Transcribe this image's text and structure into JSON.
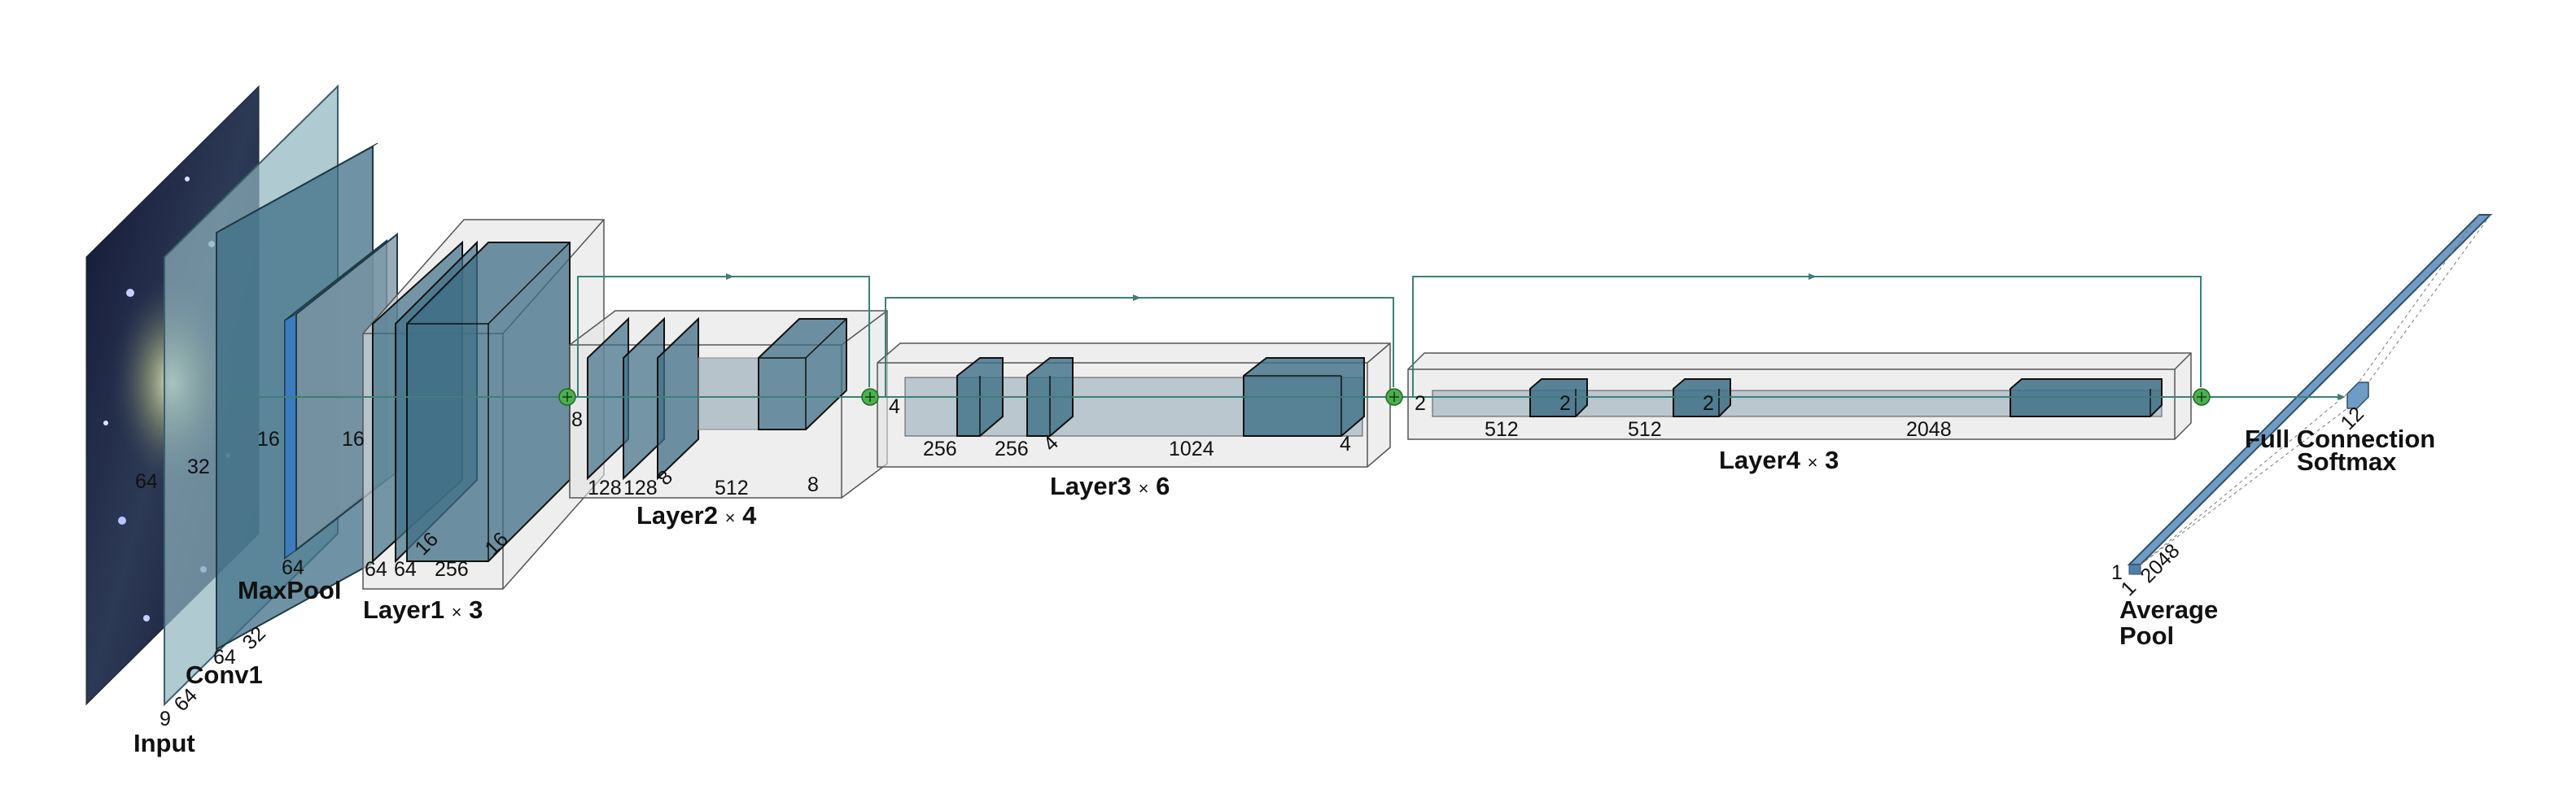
{
  "titles": {
    "input": "Input",
    "conv1": "Conv1",
    "maxpool": "MaxPool",
    "layer1": "Layer1",
    "layer1_times": "×",
    "layer1_count": "3",
    "layer2": "Layer2",
    "layer2_times": "×",
    "layer2_count": "4",
    "layer3": "Layer3",
    "layer3_times": "×",
    "layer3_count": "6",
    "layer4": "Layer4",
    "layer4_times": "×",
    "layer4_count": "3",
    "avgpool_line1": "Average",
    "avgpool_line2": "Pool",
    "fc_line1": "Full Connection",
    "fc_line2": "Softmax"
  },
  "dims": {
    "input_depth": "9",
    "input_height": "64",
    "input_width": "64",
    "conv1_channels": "64",
    "conv1_height": "32",
    "conv1_width": "32",
    "maxpool_width": "16",
    "maxpool_channels": "64",
    "layer1_width": "16",
    "layer1_c1": "64",
    "layer1_c2": "64",
    "layer1_c3": "256",
    "layer1_height": "16",
    "layer1_out_height": "16",
    "layer2_width": "8",
    "layer2_c1": "128",
    "layer2_c2": "128",
    "layer2_c3": "512",
    "layer2_h_inner": "8",
    "layer2_height": "8",
    "layer3_width": "4",
    "layer3_c1": "256",
    "layer3_c2": "256",
    "layer3_c3": "1024",
    "layer3_h_inner": "4",
    "layer3_height": "4",
    "layer4_width": "2",
    "layer4_c1": "512",
    "layer4_c2": "512",
    "layer4_c3": "2048",
    "layer4_h1": "2",
    "layer4_h2": "2",
    "avgpool_h": "1",
    "avgpool_w": "1",
    "avgpool_c": "2048",
    "fc_out": "12"
  },
  "colors": {
    "block_fill": "#3f6f86",
    "block_top": "#5c8ea4",
    "block_side": "#2d5668",
    "blue_slab": "#3b7bbf",
    "outline": "#111111",
    "layer_box_fill": "#dcdcdc",
    "skip_line": "#3e7f78",
    "add_node": "#4caf50"
  },
  "icons": {
    "add_node": "circled-plus-icon",
    "skip_arrow": "arrowhead-icon"
  }
}
